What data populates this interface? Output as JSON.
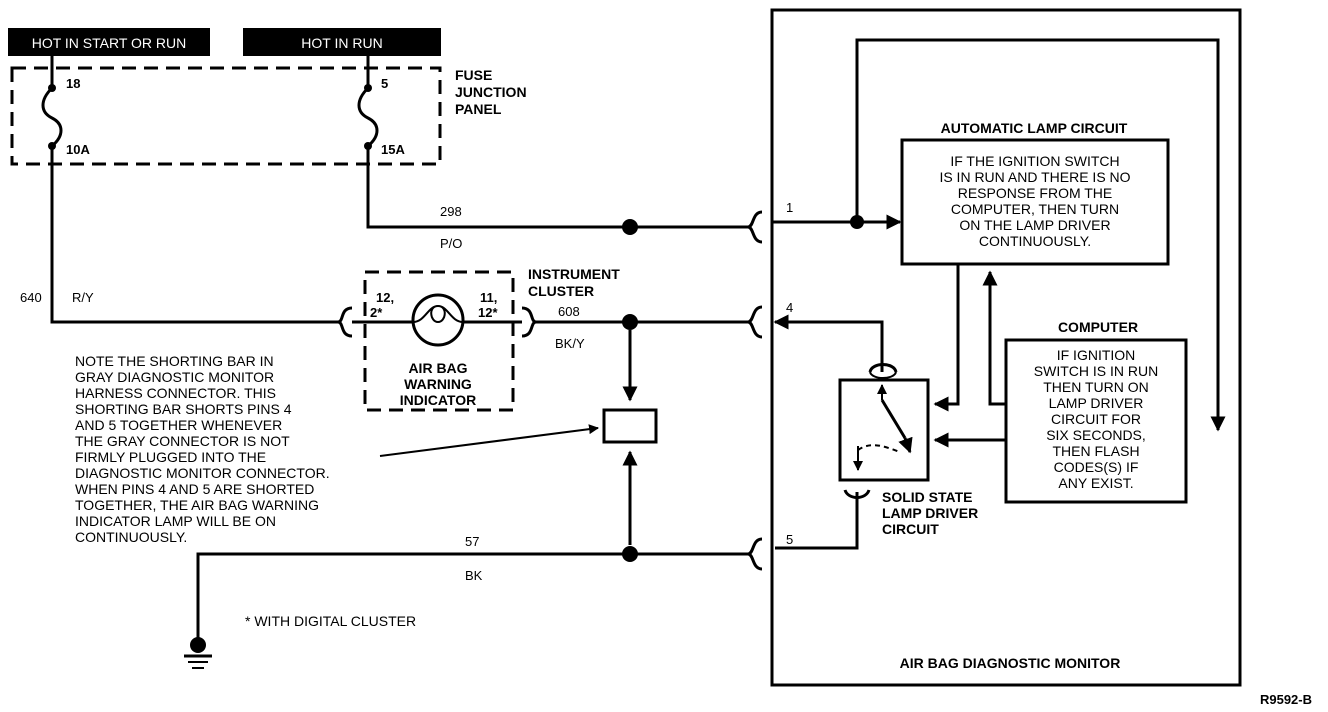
{
  "headers": {
    "hot_start_run": "HOT IN START OR RUN",
    "hot_run": "HOT IN RUN"
  },
  "fuse_panel": {
    "line1": "FUSE",
    "line2": "JUNCTION",
    "line3": "PANEL",
    "fuse18_num": "18",
    "fuse18_amp": "10A",
    "fuse5_num": "5",
    "fuse5_amp": "15A"
  },
  "wires": {
    "w298_num": "298",
    "w298_color": "P/O",
    "w640_num": "640",
    "w640_color": "R/Y",
    "w608_num": "608",
    "w608_color": "BK/Y",
    "w57_num": "57",
    "w57_color": "BK"
  },
  "cluster": {
    "title1": "INSTRUMENT",
    "title2": "CLUSTER",
    "pin_left1": "12,",
    "pin_left2": "2*",
    "pin_right1": "11,",
    "pin_right2": "12*",
    "ind1": "AIR BAG",
    "ind2": "WARNING",
    "ind3": "INDICATOR"
  },
  "note_lines": [
    "NOTE THE SHORTING BAR IN",
    "GRAY DIAGNOSTIC MONITOR",
    "HARNESS CONNECTOR. THIS",
    "SHORTING BAR SHORTS PINS 4",
    "AND 5 TOGETHER WHENEVER",
    "THE GRAY CONNECTOR IS NOT",
    "FIRMLY PLUGGED INTO THE",
    "DIAGNOSTIC MONITOR CONNECTOR.",
    "WHEN PINS 4 AND 5 ARE SHORTED",
    "TOGETHER, THE AIR BAG WARNING",
    "INDICATOR LAMP WILL BE ON",
    "CONTINUOUSLY."
  ],
  "footnote": "* WITH DIGITAL CLUSTER",
  "monitor": {
    "title": "AIR BAG DIAGNOSTIC MONITOR",
    "pin1": "1",
    "pin4": "4",
    "pin5": "5",
    "auto_lamp_title": "AUTOMATIC LAMP CIRCUIT",
    "auto_lamp_lines": [
      "IF THE IGNITION SWITCH",
      "IS IN RUN AND THERE IS NO",
      "RESPONSE FROM THE",
      "COMPUTER, THEN TURN",
      "ON THE LAMP DRIVER",
      "CONTINUOUSLY."
    ],
    "computer_title": "COMPUTER",
    "computer_lines": [
      "IF IGNITION",
      "SWITCH IS IN RUN",
      "THEN TURN ON",
      "LAMP DRIVER",
      "CIRCUIT FOR",
      "SIX SECONDS,",
      "THEN FLASH",
      "CODES(S) IF",
      "ANY EXIST."
    ],
    "driver1": "SOLID STATE",
    "driver2": "LAMP DRIVER",
    "driver3": "CIRCUIT"
  },
  "figure_id": "R9592-B"
}
